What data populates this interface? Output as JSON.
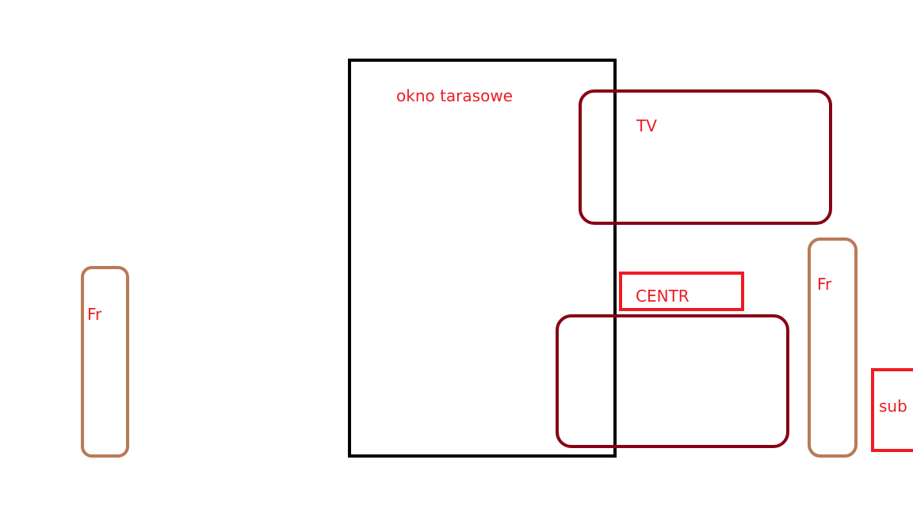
{
  "labels": {
    "window": "okno tarasowe",
    "tv": "TV",
    "center": "CENTR",
    "front_left": "Fr",
    "front_right": "Fr",
    "sub": "sub"
  },
  "colors": {
    "window_outline": "#000000",
    "furniture_outline": "#880015",
    "speaker_outline": "#b97a57",
    "box_outline": "#ed1c24",
    "text": "#ed1c24"
  }
}
